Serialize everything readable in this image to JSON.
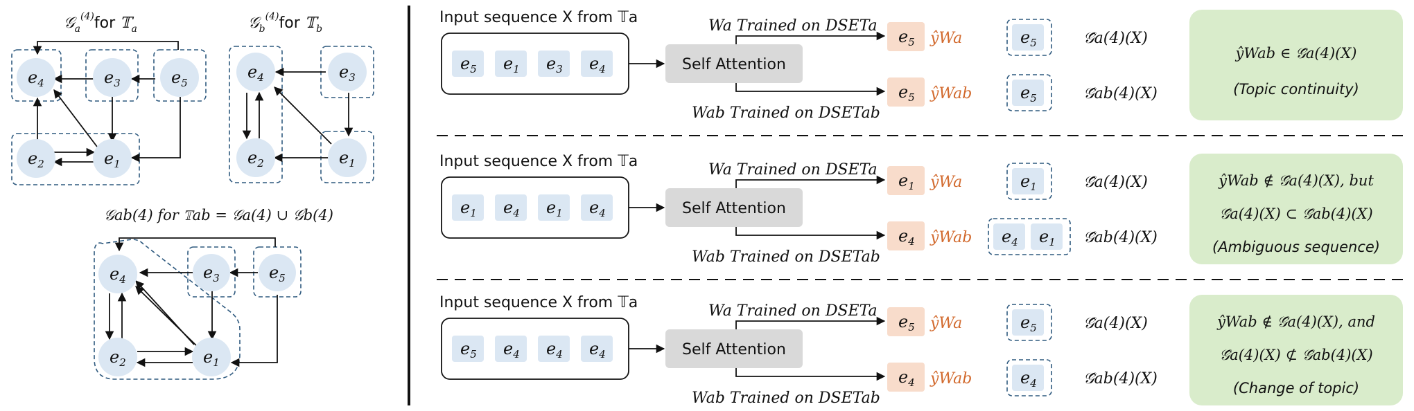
{
  "left": {
    "graph_a": {
      "title_sym": "𝒢",
      "title_sub": "a",
      "title_sup": "(4)",
      "title_for": "for",
      "title_set": "𝕋",
      "title_set_sub": "a"
    },
    "graph_b": {
      "title_sym": "𝒢",
      "title_sub": "b",
      "title_sup": "(4)",
      "title_for": "for",
      "title_set": "𝕋",
      "title_set_sub": "b"
    },
    "graph_ab": {
      "title": "𝒢ab(4) for 𝕋ab = 𝒢a(4) ∪ 𝒢b(4)"
    },
    "node_labels": {
      "e1": "e",
      "e1s": "1",
      "e2": "e",
      "e2s": "2",
      "e3": "e",
      "e3s": "3",
      "e4": "e",
      "e4s": "4",
      "e5": "e",
      "e5s": "5"
    }
  },
  "rows": [
    {
      "input_label": "Input sequence X from 𝕋a",
      "tokens": [
        {
          "l": "e",
          "s": "5"
        },
        {
          "l": "e",
          "s": "1"
        },
        {
          "l": "e",
          "s": "3"
        },
        {
          "l": "e",
          "s": "4"
        }
      ],
      "module": "Self Attention",
      "top_branch": "Wa Trained on DSETa",
      "bottom_branch": "Wab Trained on DSETab",
      "out_top": {
        "l": "e",
        "s": "5"
      },
      "out_bottom": {
        "l": "e",
        "s": "5"
      },
      "set_top": [
        {
          "l": "e",
          "s": "5"
        }
      ],
      "set_bottom": [
        {
          "l": "e",
          "s": "5"
        }
      ],
      "set_top_label": "𝒢̂a(4)(X)",
      "set_bottom_label": "𝒢̂ab(4)(X)",
      "verdict_line1": "ŷWab ∈ 𝒢̂a(4)(X)",
      "verdict_line2": "",
      "verdict_caption": "(Topic continuity)"
    },
    {
      "input_label": "Input sequence X from 𝕋a",
      "tokens": [
        {
          "l": "e",
          "s": "1"
        },
        {
          "l": "e",
          "s": "4"
        },
        {
          "l": "e",
          "s": "1"
        },
        {
          "l": "e",
          "s": "4"
        }
      ],
      "module": "Self Attention",
      "top_branch": "Wa Trained on DSETa",
      "bottom_branch": "Wab Trained on DSETab",
      "out_top": {
        "l": "e",
        "s": "1"
      },
      "out_bottom": {
        "l": "e",
        "s": "4"
      },
      "set_top": [
        {
          "l": "e",
          "s": "1"
        }
      ],
      "set_bottom": [
        {
          "l": "e",
          "s": "4"
        },
        {
          "l": "e",
          "s": "1"
        }
      ],
      "set_top_label": "𝒢̂a(4)(X)",
      "set_bottom_label": "𝒢̂ab(4)(X)",
      "verdict_line1": "ŷWab ∉ 𝒢̂a(4)(X), but",
      "verdict_line2": "𝒢̂a(4)(X) ⊂ 𝒢̂ab(4)(X)",
      "verdict_caption": "(Ambiguous sequence)"
    },
    {
      "input_label": "Input sequence X from 𝕋a",
      "tokens": [
        {
          "l": "e",
          "s": "5"
        },
        {
          "l": "e",
          "s": "4"
        },
        {
          "l": "e",
          "s": "4"
        },
        {
          "l": "e",
          "s": "4"
        }
      ],
      "module": "Self Attention",
      "top_branch": "Wa Trained on DSETa",
      "bottom_branch": "Wab Trained on DSETab",
      "out_top": {
        "l": "e",
        "s": "5"
      },
      "out_bottom": {
        "l": "e",
        "s": "4"
      },
      "set_top": [
        {
          "l": "e",
          "s": "5"
        }
      ],
      "set_bottom": [
        {
          "l": "e",
          "s": "4"
        }
      ],
      "set_top_label": "𝒢̂a(4)(X)",
      "set_bottom_label": "𝒢̂ab(4)(X)",
      "verdict_line1": "ŷWab ∉ 𝒢̂a(4)(X), and",
      "verdict_line2": "𝒢̂a(4)(X) ⊄ 𝒢̂ab(4)(X)",
      "verdict_caption": "(Change of topic)"
    }
  ],
  "y_hat_top": "ŷWa",
  "y_hat_bottom": "ŷWab",
  "colors": {
    "node": "#dbe7f3",
    "output_box": "#f8dccb",
    "verdict_box": "#d9eccb",
    "self_attention": "#d9d9d9",
    "orange_text": "#d26a2e",
    "dashed": "#2f5a7f"
  }
}
